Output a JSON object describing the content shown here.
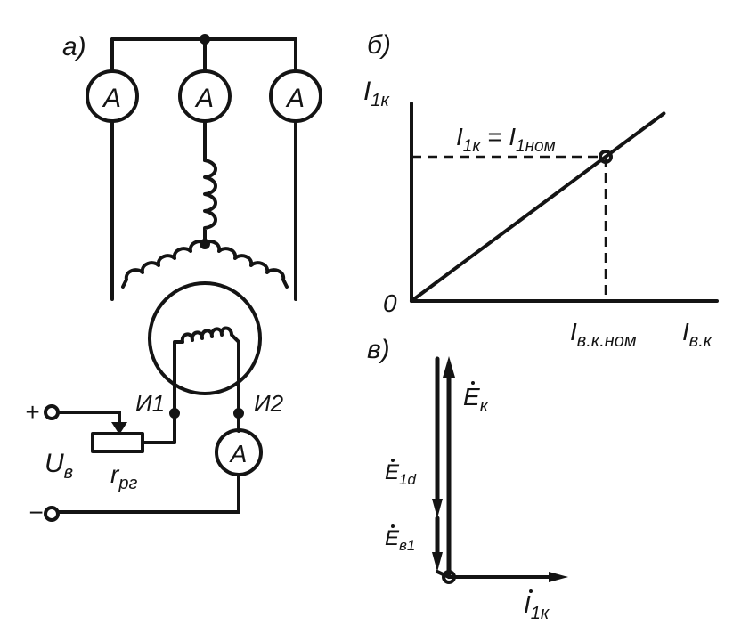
{
  "panel_a": {
    "label": "а)",
    "ammeter_label": "A",
    "terminal_1": "И1",
    "terminal_2": "И2",
    "voltage_label": "Uв",
    "voltage_main": "U",
    "voltage_sub": "в",
    "resistor_main": "r",
    "resistor_sub": "рг",
    "plus": "+",
    "minus": "−"
  },
  "panel_b": {
    "label": "б)",
    "y_axis_main": "I",
    "y_axis_sub": "1к",
    "origin": "0",
    "eq_lhs_sub": "1к",
    "eq_rhs_sub": "1ном",
    "eq_sign": "=",
    "x_tick_main": "I",
    "x_tick_sub": "в.к.ном",
    "x_axis_main": "I",
    "x_axis_sub": "в.к"
  },
  "panel_c": {
    "label": "в)",
    "ek_main": "E",
    "ek_sub": "к",
    "e1d_main": "E",
    "e1d_sub": "1d",
    "eb1_main": "E",
    "eb1_sub": "в1",
    "i1k_main": "I",
    "i1k_sub": "1к"
  },
  "chart_data": {
    "type": "line",
    "title": "",
    "xlabel": "Iв.к",
    "ylabel": "I1к",
    "series": [
      {
        "x": [
          0,
          1,
          1.3
        ],
        "y": [
          0,
          1,
          1.3
        ]
      }
    ],
    "marked_point": {
      "x": 1,
      "y": 1,
      "x_label": "Iв.к.ном",
      "y_label": "I1к = I1ном"
    }
  }
}
